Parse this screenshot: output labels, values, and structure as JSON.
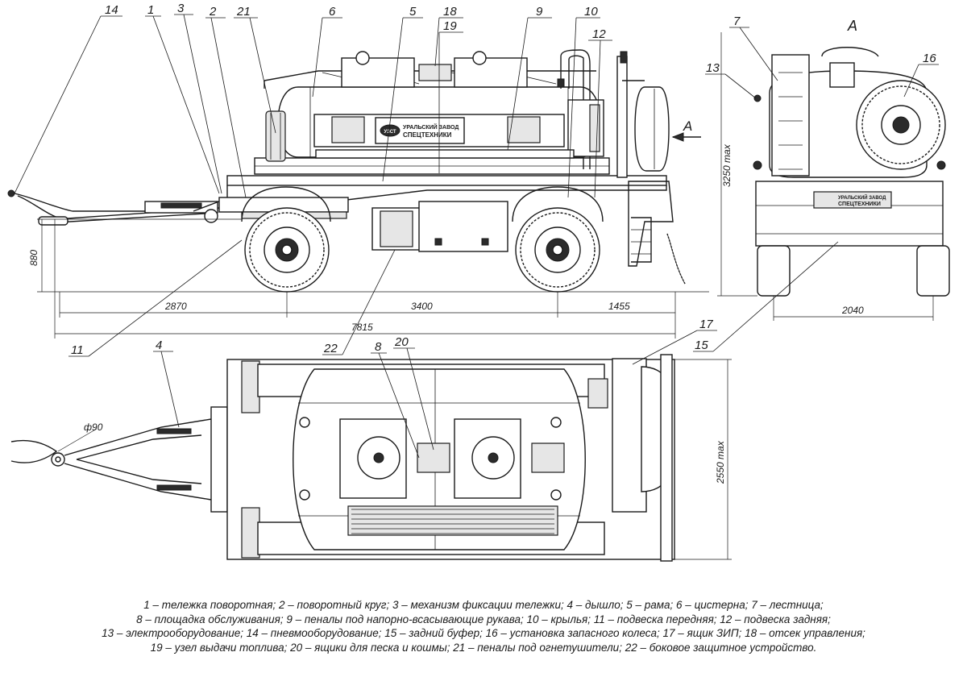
{
  "callouts": {
    "c14": "14",
    "c1": "1",
    "c3": "3",
    "c2": "2",
    "c21": "21",
    "c6": "6",
    "c5": "5",
    "c18": "18",
    "c19": "19",
    "c9": "9",
    "c10": "10",
    "c12": "12",
    "c7": "7",
    "c13": "13",
    "c16": "16",
    "c11": "11",
    "c4": "4",
    "c22": "22",
    "c8": "8",
    "c20": "20",
    "c17": "17",
    "c15": "15"
  },
  "view_label": "А",
  "arrow_label": "А",
  "dimensions": {
    "d880": "880",
    "d2870": "2870",
    "d3400": "3400",
    "d1455": "1455",
    "d7815": "7815",
    "d3250": "3250 max",
    "d2040": "2040",
    "d2550": "2550 max",
    "d90": "ф90"
  },
  "plate_text": {
    "logo": "УЗСТ",
    "line1": "УРАЛЬСКИЙ ЗАВОД",
    "line2": "СПЕЦТЕХНИКИ"
  },
  "legend": {
    "line1": "1 – тележка поворотная; 2 – поворотный круг; 3 – механизм фиксации тележки; 4 – дышло; 5 – рама; 6 – цистерна; 7 – лестница;",
    "line2": "8 – площадка обслуживания; 9 – пеналы под напорно-всасывающие рукава; 10 – крылья; 11 – подвеска передняя; 12 – подвеска задняя;",
    "line3": "13 – электрооборудование; 14 – пневмооборудование; 15 – задний буфер; 16 – установка запасного колеса; 17 – ящик ЗИП; 18 – отсек управления;",
    "line4": "19 – узел выдачи топлива; 20 – ящики для песка и кошмы; 21 – пеналы под огнетушители; 22 – боковое защитное устройство."
  }
}
